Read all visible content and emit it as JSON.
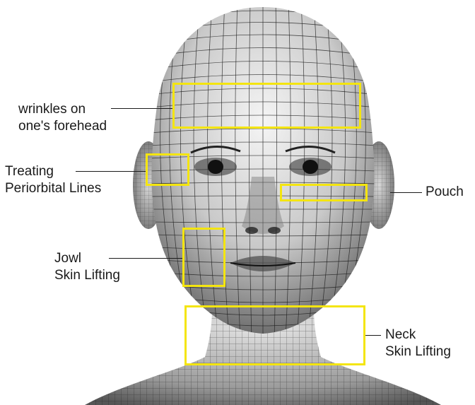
{
  "colors": {
    "highlight": "#f4e50f",
    "text": "#1a1a1a",
    "background": "#ffffff",
    "mesh_line": "#1c1c1c",
    "skin_light": "#f2f2f2",
    "skin_dark": "#6d6d6d"
  },
  "figure": {
    "subject": "wireframe-head-icon"
  },
  "labels": {
    "forehead": {
      "line1": "wrinkles on",
      "line2": "one's forehead"
    },
    "periorbital": {
      "line1": "Treating",
      "line2": "Periorbital Lines"
    },
    "pouch": {
      "line1": "Pouch"
    },
    "jowl": {
      "line1": "Jowl",
      "line2": "Skin Lifting"
    },
    "neck": {
      "line1": "Neck",
      "line2": "Skin Lifting"
    }
  }
}
